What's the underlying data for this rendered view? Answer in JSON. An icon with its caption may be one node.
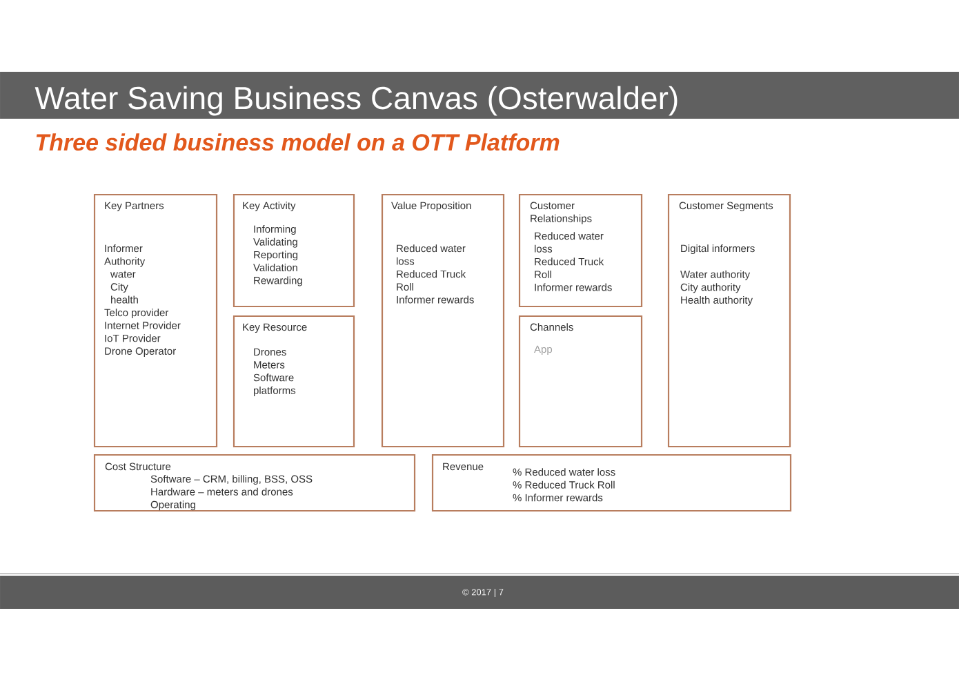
{
  "diagram": {
    "title": "Water Saving Business Canvas (Osterwalder)",
    "nodes": [
      {
        "text": [
          "Key Partners",
          "Informer",
          "Authority",
          "water",
          "City",
          "health",
          "Telco provider",
          "Internet Provider",
          "IoT Provider",
          "Drone Operator"
        ]
      },
      {
        "text": [
          "Key Activity",
          "Informing",
          "Validating",
          "Reporting",
          "Validation",
          "Rewarding"
        ]
      },
      {
        "text": [
          "Key Resource",
          "Drones",
          "Meters",
          "Software platforms"
        ]
      },
      {
        "text": [
          "Value Proposition",
          "Reduced water loss",
          "Reduced Truck Roll",
          "Informer rewards"
        ]
      },
      {
        "text": [
          "Customer Relationships",
          "Reduced water loss",
          "Reduced Truck Roll",
          "Informer rewards"
        ]
      },
      {
        "text": [
          "Channels",
          "App"
        ]
      },
      {
        "text": [
          "Customer Segments",
          "Digital informers",
          "Water authority",
          "City authority",
          "Health authority"
        ]
      },
      {
        "text": [
          "Cost Structure",
          "Software – CRM, billing, BSS, OSS",
          "Hardware – meters and drones",
          "Operating"
        ]
      },
      {
        "text": [
          "Revenue",
          "% Reduced water loss",
          "% Reduced Truck Roll",
          "% Informer rewards"
        ]
      }
    ],
    "labels": [
      "Three sided business model on a OTT Platform",
      "© 2017 | 7"
    ]
  }
}
